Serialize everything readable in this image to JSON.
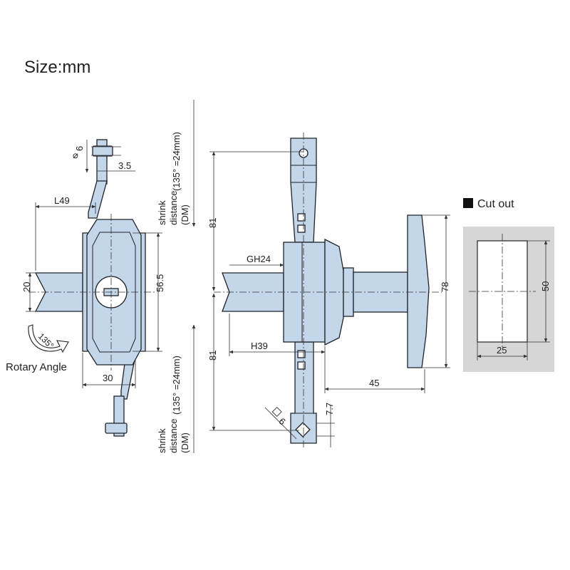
{
  "header": {
    "units": "Size:mm"
  },
  "left_view": {
    "dims": {
      "hole": "6",
      "offset": "3.5",
      "length": "L49",
      "height": "56.5",
      "shaft": "20",
      "width": "30"
    },
    "angle": "135°",
    "rotary_label": "Rotary Angle"
  },
  "shrink_top": {
    "line1": "(135° =24mm)",
    "line2": "shrink",
    "line3": "distance",
    "line4": "(DM)"
  },
  "shrink_bottom": {
    "line1": "(135° =24mm)",
    "line2": "shrink",
    "line3": "distance",
    "line4": "(DM)"
  },
  "right_view": {
    "dims": {
      "upper": "81",
      "lower": "81",
      "gh": "GH24",
      "h": "H39",
      "handle": "78",
      "reach": "45",
      "square": "6",
      "edge": "7.7"
    }
  },
  "cutout": {
    "title": "Cut out",
    "width": "25",
    "height": "50"
  }
}
